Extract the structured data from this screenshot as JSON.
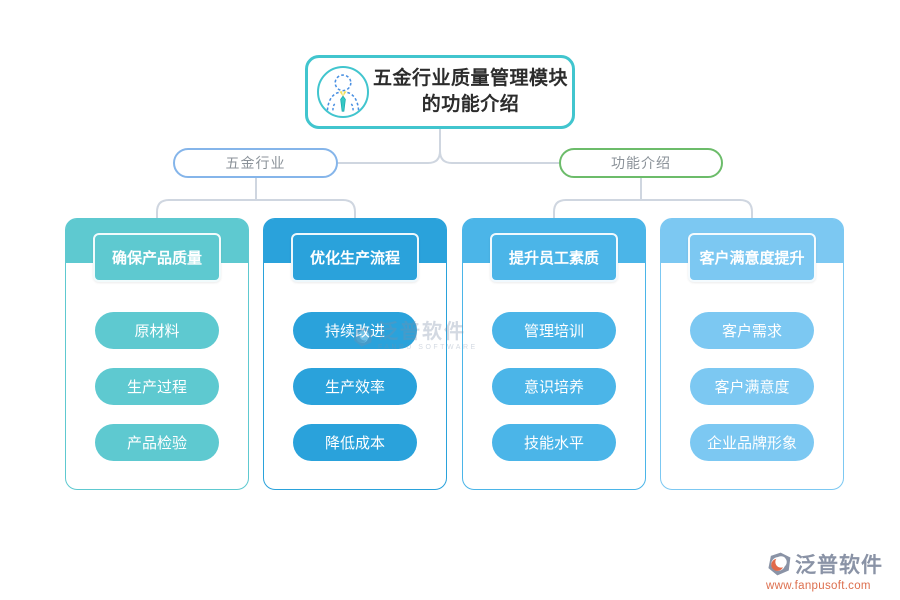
{
  "diagram": {
    "root": {
      "title_line1": "五金行业质量管理模块",
      "title_line2": "的功能介绍",
      "border_color": "#41c5ce"
    },
    "branches": [
      {
        "label": "五金行业",
        "border_color": "#85b5ea"
      },
      {
        "label": "功能介绍",
        "border_color": "#6cbc6a"
      }
    ],
    "cards": [
      {
        "header": "确保产品质量",
        "color": "#5ec9d0",
        "items": [
          "原材料",
          "生产过程",
          "产品检验"
        ]
      },
      {
        "header": "优化生产流程",
        "color": "#2aa2db",
        "items": [
          "持续改进",
          "生产效率",
          "降低成本"
        ]
      },
      {
        "header": "提升员工素质",
        "color": "#4bb5e8",
        "items": [
          "管理培训",
          "意识培养",
          "技能水平"
        ]
      },
      {
        "header": "客户满意度提升",
        "color": "#7cc8f2",
        "items": [
          "客户需求",
          "客户满意度",
          "企业品牌形象"
        ]
      }
    ],
    "connector_color": "#cfd6e0"
  },
  "watermark": {
    "text": "泛普软件",
    "subtext": "FANPU SOFTWARE"
  },
  "footer_logo": {
    "brand": "泛普软件",
    "url": "www.fanpusoft.com"
  }
}
